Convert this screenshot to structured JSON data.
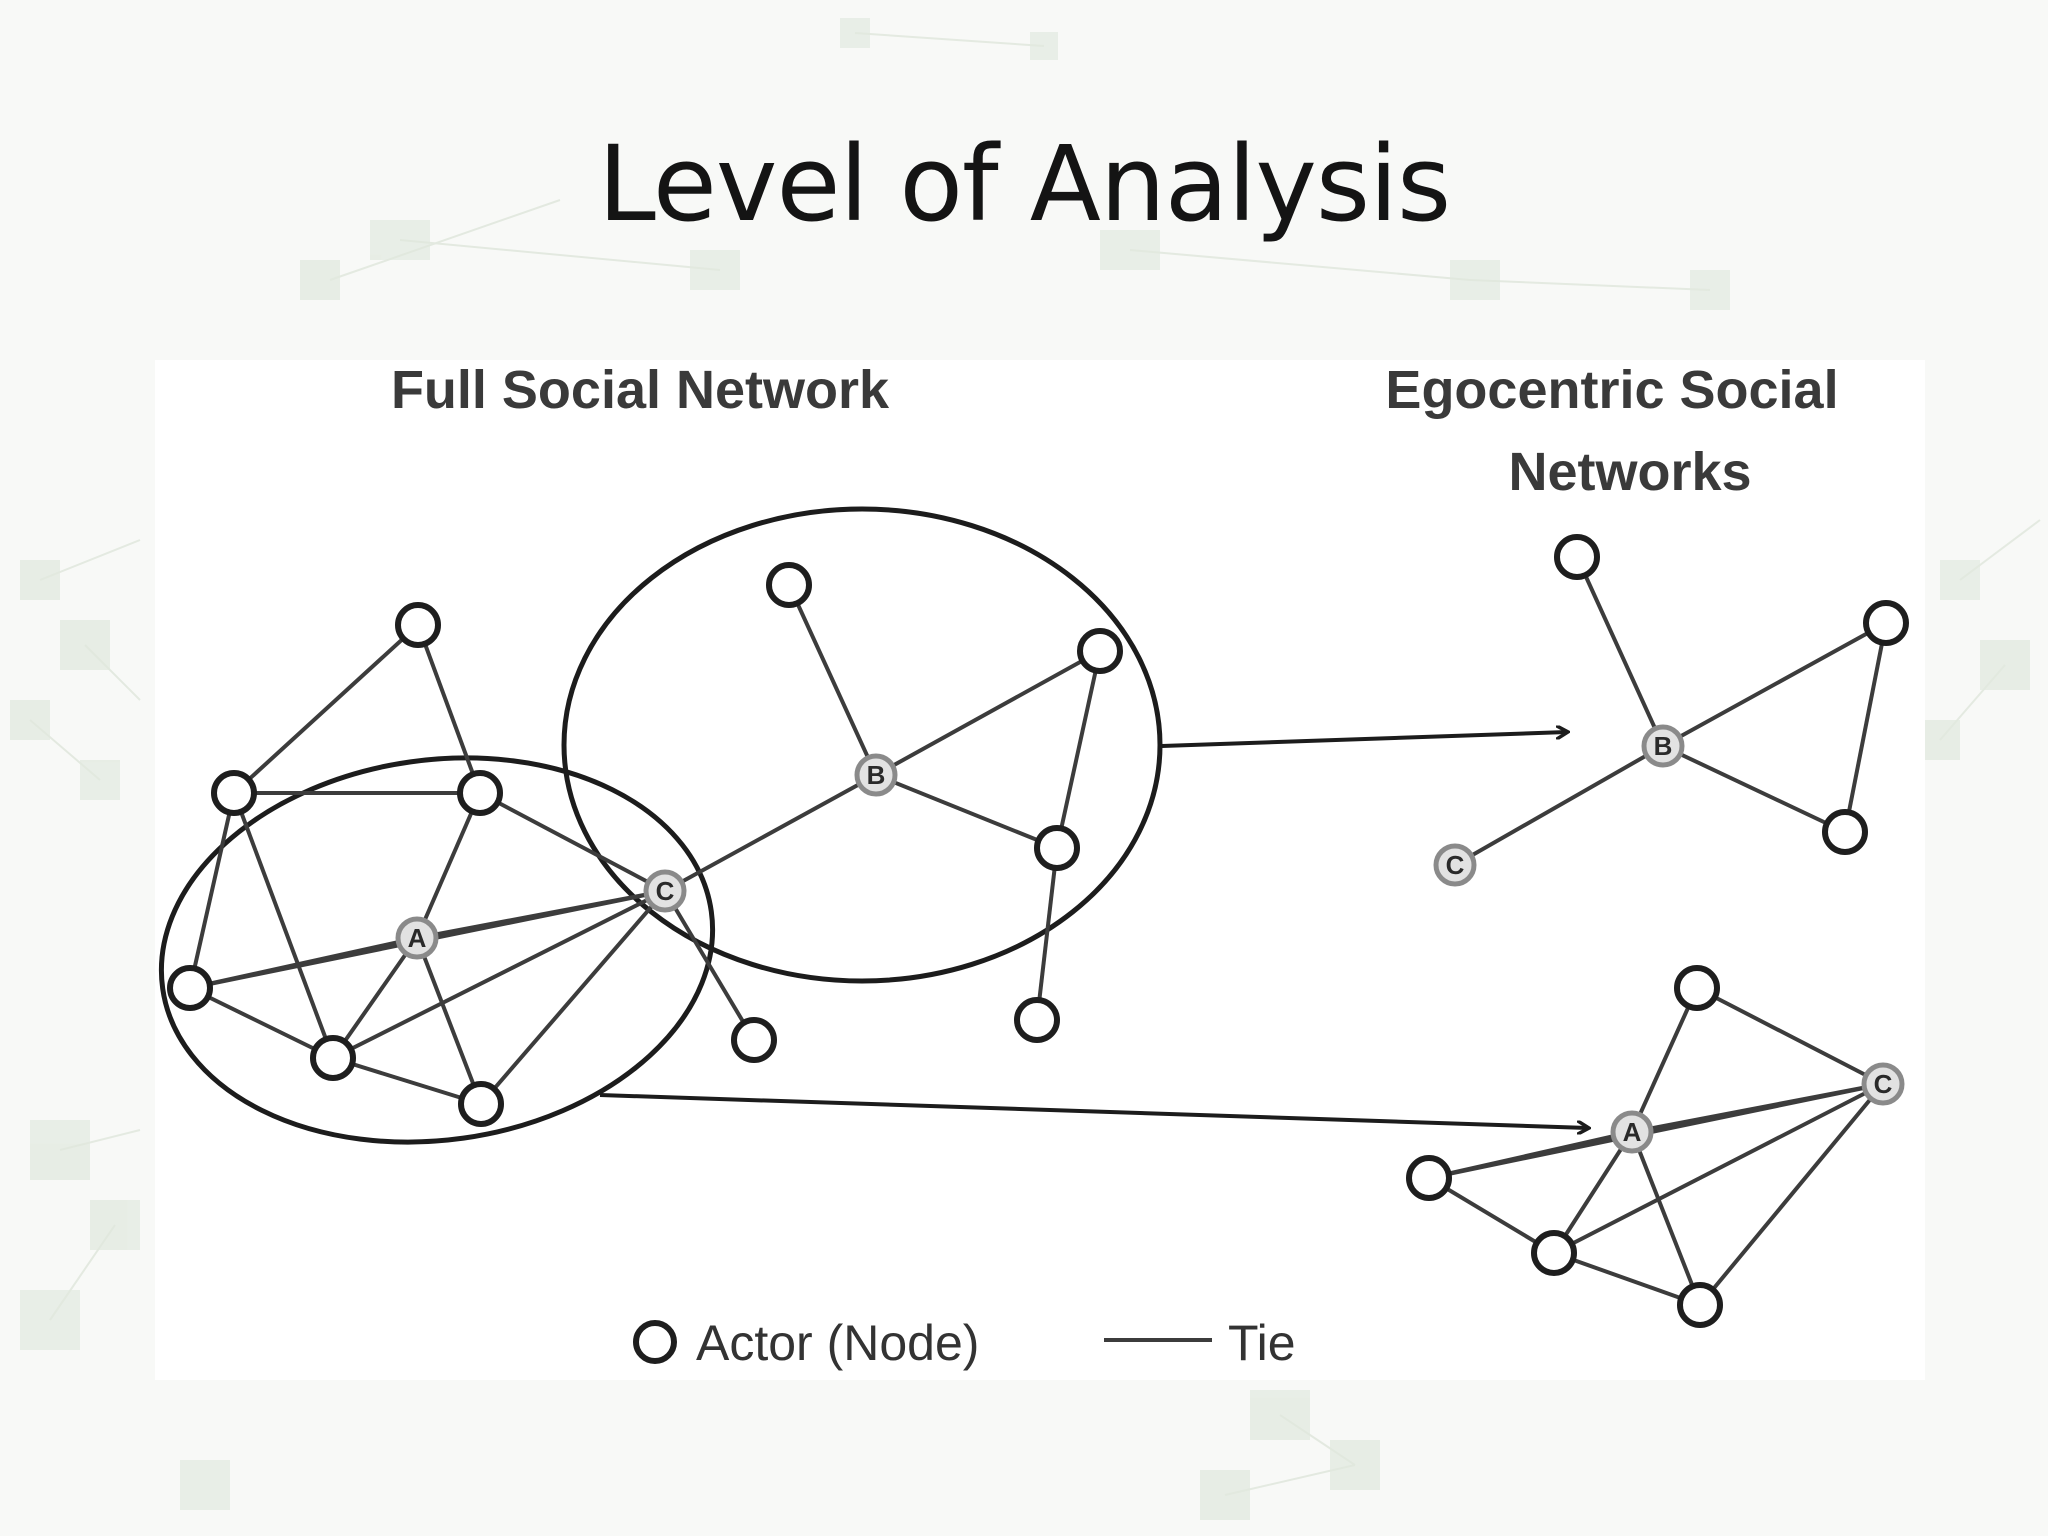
{
  "slide": {
    "title": "Level of Analysis"
  },
  "figure": {
    "full_network_heading": "Full Social Network",
    "ego_heading_line1": "Egocentric Social",
    "ego_heading_line2": "Networks",
    "legend": {
      "actor_label": "Actor (Node)",
      "tie_label": "Tie"
    },
    "node_labels": {
      "a": "A",
      "b": "B",
      "c": "C"
    }
  },
  "colors": {
    "tie": "#3c3c3c",
    "node_stroke": "#1e1e1e",
    "labeled_node_stroke": "#8a8a8a",
    "labeled_node_fill": "#e2e2e2"
  }
}
